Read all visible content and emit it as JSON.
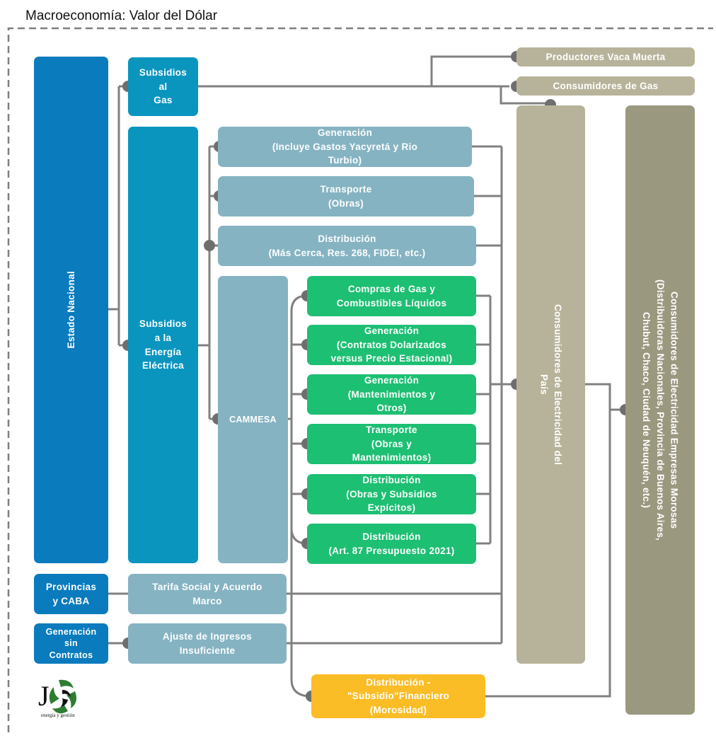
{
  "title": "Macroeconomía: Valor del Dólar",
  "colors": {
    "dark_blue": "#0a7bbd",
    "teal": "#0a95bf",
    "light_blue": "#85b3c2",
    "green": "#1dbf73",
    "sand": "#b7b39a",
    "olive": "#9b9880",
    "yellow": "#fbbd26",
    "connector": "#808080",
    "dot": "#6e6e6e"
  },
  "nodes": {
    "estado_nacional": "Estado Nacional",
    "subsidios_gas": "Subsidios\nal\nGas",
    "subsidios_energia": "Subsidios\na la\nEnergía\nEléctrica",
    "generacion_yacyreta": "Generación\n(Incluye Gastos Yacyretá y Rio\nTurbio)",
    "transporte_obras": "Transporte\n(Obras)",
    "distribucion_mas_cerca": "Distribución\n(Más Cerca, Res. 268, FIDEI, etc.)",
    "cammesa": "CAMMESA",
    "compras_gas": "Compras de Gas y\nCombustibles Líquidos",
    "generacion_contratos": "Generación\n(Contratos Dolarizados\nversus Precio Estacional)",
    "generacion_mantenimientos": "Generación\n(Mantenimientos y\nOtros)",
    "transporte_mantenimientos": "Transporte\n(Obras y\nMantenimientos)",
    "distribucion_obras": "Distribución\n(Obras y Subsidios\nExpícitos)",
    "distribucion_art87": "Distribución\n(Art. 87 Presupuesto 2021)",
    "provincias": "Provincias\ny CABA",
    "tarifa_social": "Tarifa Social y Acuerdo\nMarco",
    "generacion_sin_contratos": "Generación\nsin\nContratos",
    "ajuste_ingresos": "Ajuste de Ingresos\nInsuficiente",
    "distribucion_financiero": "Distribución -\n\"Subsidio\"Financiero\n(Morosidad)",
    "productores_vaca_muerta": "Productores Vaca Muerta",
    "consumidores_gas": "Consumidores de Gas",
    "consumidores_electricidad": "Consumidores de Electricidad del\nPaís",
    "empresas_morosas": "Consumidores de Electricidad Empresas Morosas\n(Distribuidoras Nacionales, Provincia de Buenos Aires,\nChubut, Chaco, Ciudad de Neuquén, etc.)"
  },
  "logo": {
    "letter": "J",
    "caption": "energía y gestión"
  }
}
